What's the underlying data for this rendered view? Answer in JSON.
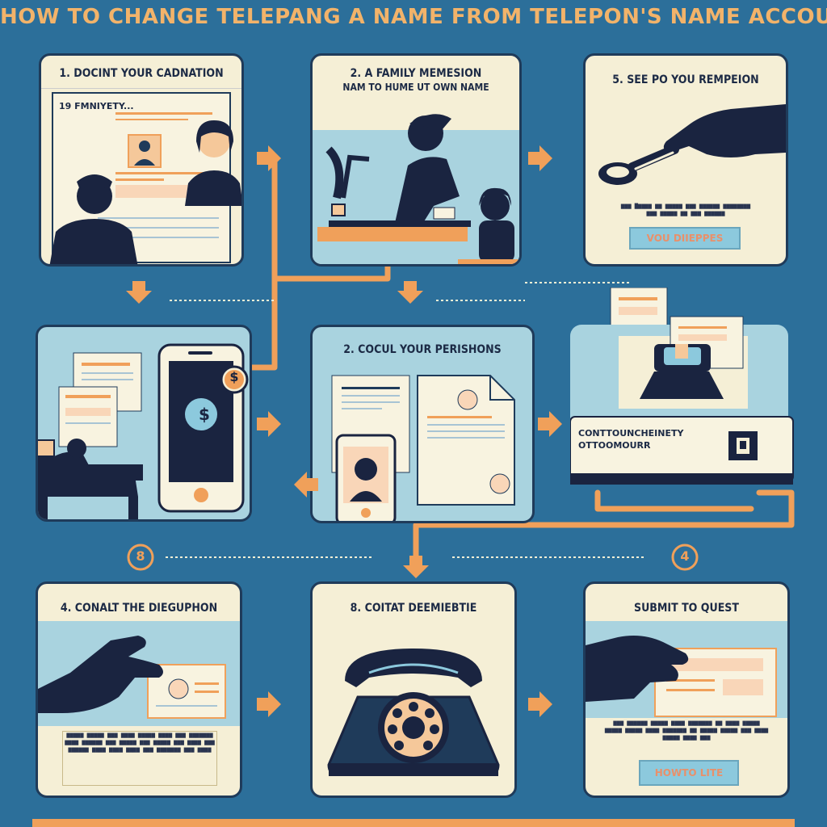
{
  "title": "HOW TO CHANGE TELEPANG A NAME FROM TELEPON'S NAME ACCOUNT",
  "colors": {
    "background": "#2c6f9a",
    "panel": "#f5efd6",
    "accent_orange": "#f0a05a",
    "navy": "#1f3b5a",
    "light_blue": "#a9d3df"
  },
  "panels": {
    "p1": {
      "label": "1. DOCINT YOUR CADNATION",
      "form_header": "19 FMNIYETY..."
    },
    "p2": {
      "label_line1": "2. A FAMILY MEMESION",
      "label_line2": "NAM TO HUME UT OWN NAME"
    },
    "p3": {
      "label": "5. SEE PO YOU REMPEION",
      "button": "VOU DIIEPPES"
    },
    "p4": {
      "coin_symbol": "$"
    },
    "p5": {
      "label": "2. COCUL YOUR PERISHONS"
    },
    "p6": {
      "text_line1": "CONTTOUNCHEINETY",
      "text_line2": "OTTOOMOURR"
    },
    "p7": {
      "label": "4. CONALT THE DIEGUPHON"
    },
    "p8": {
      "label": "8. COITAT DEEMIEBTIE"
    },
    "p9": {
      "label": "SUBMIT TO QUEST",
      "button": "HOWTO LITE"
    }
  },
  "markers": {
    "left": "8",
    "right": "4"
  },
  "icons": [
    "arrow-right-icon",
    "arrow-down-icon",
    "phone-icon",
    "person-icon",
    "document-icon",
    "hand-icon",
    "dollar-coin-icon"
  ]
}
